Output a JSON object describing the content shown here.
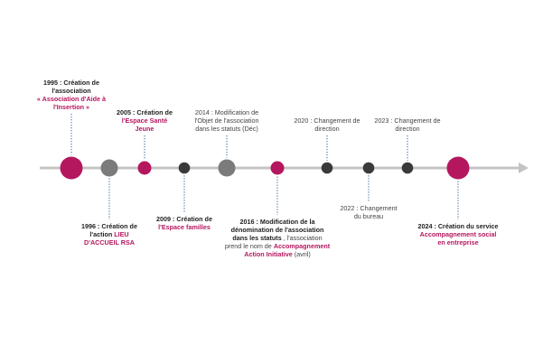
{
  "colors": {
    "accent": "#b5175f",
    "grey_node": "#7b7b7b",
    "dark_node": "#3a3a3a",
    "axis": "#c4c4c4",
    "connector": "#2f5f8f"
  },
  "events": [
    {
      "id": "1995",
      "node": "large-accent",
      "position": "above",
      "lines": [
        {
          "text": "1995 : Création de",
          "style": "bold"
        },
        {
          "text": "l'association",
          "style": "bold"
        },
        {
          "text": "« Association d'Aide à",
          "style": "pink"
        },
        {
          "text": "l'Insertion »",
          "style": "pink"
        }
      ]
    },
    {
      "id": "1996",
      "node": "large-grey",
      "position": "below",
      "lines": [
        {
          "text": "1996 : Création de",
          "style": "bold"
        },
        {
          "text": "l'action ",
          "style": "bold",
          "append": {
            "text": "LIEU",
            "style": "pink"
          }
        },
        {
          "text": "D'ACCUEIL RSA",
          "style": "pink"
        }
      ]
    },
    {
      "id": "2005",
      "node": "small-accent",
      "position": "above",
      "lines": [
        {
          "text": "2005 : Création de",
          "style": "bold"
        },
        {
          "text": "l'Espace Santé",
          "style": "pink"
        },
        {
          "text": "Jeune",
          "style": "pink"
        }
      ]
    },
    {
      "id": "2009",
      "node": "small-dark",
      "position": "below",
      "lines": [
        {
          "text": "2009 : Création de",
          "style": "bold"
        },
        {
          "text": "l'Espace familles",
          "style": "pink"
        }
      ]
    },
    {
      "id": "2014",
      "node": "large-grey",
      "position": "above",
      "lines": [
        {
          "text": "2014 : Modification de",
          "style": "norm"
        },
        {
          "text": "l'Objet de l'association",
          "style": "norm"
        },
        {
          "text": "dans les statuts (Déc)",
          "style": "norm"
        }
      ]
    },
    {
      "id": "2016",
      "node": "small-accent",
      "position": "below",
      "lines": [
        {
          "text": "2016 : Modification de la",
          "style": "bold"
        },
        {
          "text": "dénomination de l'association",
          "style": "bold"
        },
        {
          "text": "dans les statuts",
          "style": "bold",
          "append": {
            "text": " , l'association",
            "style": "norm"
          }
        },
        {
          "text": "prend le nom de ",
          "style": "norm",
          "append": {
            "text": "Accompagnement",
            "style": "pink"
          }
        },
        {
          "text": "Action Initiative",
          "style": "pink",
          "append": {
            "text": " (avril)",
            "style": "norm"
          }
        }
      ]
    },
    {
      "id": "2020",
      "node": "small-dark",
      "position": "above",
      "lines": [
        {
          "text": "2020 : Changement de",
          "style": "norm"
        },
        {
          "text": "direction",
          "style": "norm"
        }
      ]
    },
    {
      "id": "2022",
      "node": "small-dark",
      "position": "below",
      "lines": [
        {
          "text": "2022 : Changement",
          "style": "norm"
        },
        {
          "text": "du bureau",
          "style": "norm"
        }
      ]
    },
    {
      "id": "2023",
      "node": "small-dark",
      "position": "above",
      "lines": [
        {
          "text": "2023 : Changement de",
          "style": "norm"
        },
        {
          "text": "direction",
          "style": "norm"
        }
      ]
    },
    {
      "id": "2024",
      "node": "large-accent",
      "position": "below",
      "lines": [
        {
          "text": "2024 : Création du service",
          "style": "bold"
        },
        {
          "text": "Accompagnement social",
          "style": "pink"
        },
        {
          "text": "en entreprise",
          "style": "pink"
        }
      ]
    }
  ]
}
